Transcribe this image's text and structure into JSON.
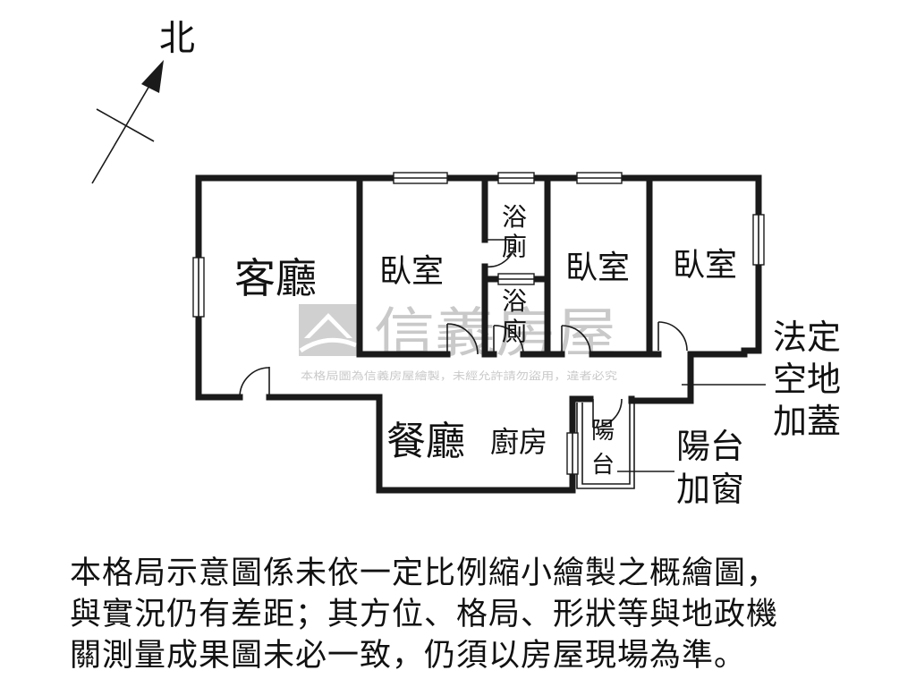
{
  "compass": {
    "label": "北",
    "icon": "north-arrow-icon"
  },
  "rooms": {
    "living": "客廳",
    "bedroom_1": "臥室",
    "bath_1_a": "浴",
    "bath_1_b": "廁",
    "bath_2_a": "浴",
    "bath_2_b": "廁",
    "bedroom_2": "臥室",
    "bedroom_3": "臥室",
    "dining": "餐廳",
    "kitchen": "廚房",
    "balcony_a": "陽",
    "balcony_b": "台"
  },
  "annotations": {
    "legal_space_1": "法定",
    "legal_space_2": "空地",
    "legal_space_3": "加蓋",
    "balcony_window_1": "陽台",
    "balcony_window_2": "加窗"
  },
  "watermark": {
    "brand": "信義房屋",
    "notice": "本格局圖為信義房屋繪製，未經允許請勿盜用，違者必究"
  },
  "disclaimer": {
    "line_1": "本格局示意圖係未依一定比例縮小繪製之概繪圖，",
    "line_2": "與實況仍有差距；其方位、格局、形狀等與地政機",
    "line_3": "關測量成果圖未必一致，仍須以房屋現場為準。"
  },
  "colors": {
    "wall": "#1a1a1a",
    "watermark": "#c9c9c9",
    "background": "#ffffff"
  }
}
